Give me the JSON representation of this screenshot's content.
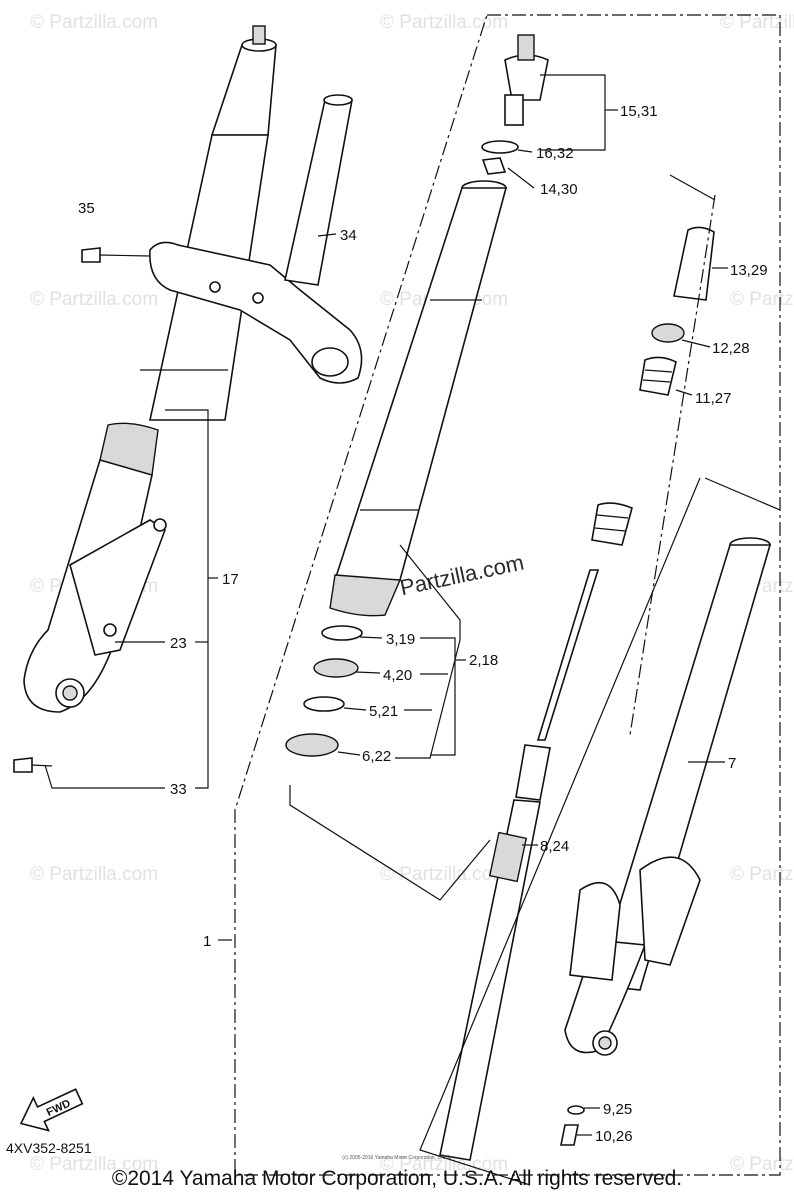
{
  "diagram": {
    "code": "4XV352-8251",
    "copyright": "©2014 Yamaha Motor Corporation, U.S.A. All rights reserved.",
    "small_copyright": "(c) 2005-2016 Yamaha Motor Corporation, U.S.A.",
    "fwd_label": "FWD",
    "watermark": "© Partzilla.com",
    "callouts": {
      "c1": "1",
      "c7": "7",
      "c17": "17",
      "c23": "23",
      "c33": "33",
      "c34": "34",
      "c35": "35",
      "c2_18": "2,18",
      "c3_19": "3,19",
      "c4_20": "4,20",
      "c5_21": "5,21",
      "c6_22": "6,22",
      "c8_24": "8,24",
      "c9_25": "9,25",
      "c10_26": "10,26",
      "c11_27": "11,27",
      "c12_28": "12,28",
      "c13_29": "13,29",
      "c14_30": "14,30",
      "c15_31": "15,31",
      "c16_32": "16,32"
    }
  }
}
